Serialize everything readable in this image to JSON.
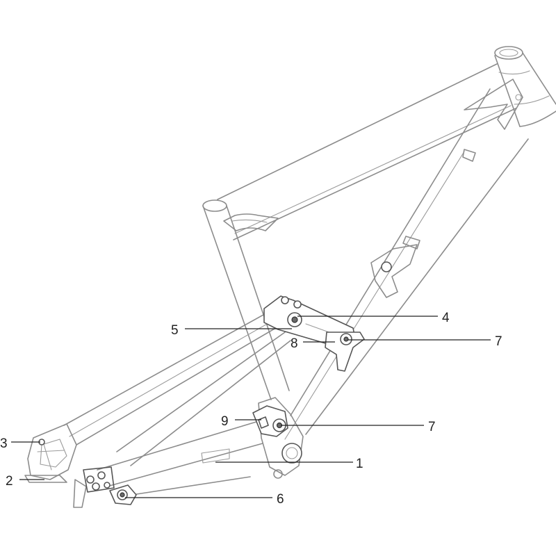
{
  "callouts": [
    {
      "id": "c1",
      "label": "1"
    },
    {
      "id": "c2",
      "label": "2"
    },
    {
      "id": "c3",
      "label": "3"
    },
    {
      "id": "c4",
      "label": "4"
    },
    {
      "id": "c5",
      "label": "5"
    },
    {
      "id": "c6",
      "label": "6"
    },
    {
      "id": "c7a",
      "label": "7"
    },
    {
      "id": "c7b",
      "label": "7"
    },
    {
      "id": "c8",
      "label": "8"
    },
    {
      "id": "c9",
      "label": "9"
    }
  ],
  "colors": {
    "line": "#8c8c8c",
    "part_stroke": "#555555",
    "leader": "#222222",
    "background": "#ffffff"
  }
}
